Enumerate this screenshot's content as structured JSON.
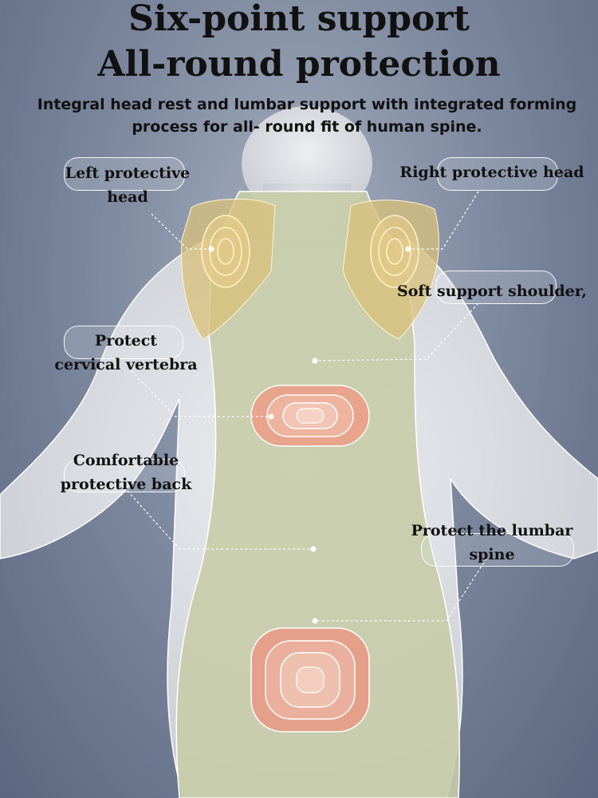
{
  "heading": {
    "line1": "Six-point support",
    "line2": "All-round protection"
  },
  "description": {
    "line1": "Integral head rest and lumbar support with integrated forming",
    "line2": "process for all- round fit of human spine."
  },
  "callouts": [
    {
      "line1": "Left protective",
      "line2": "head"
    },
    {
      "line1": "Right protective head"
    },
    {
      "line1": "Soft support shoulder,"
    },
    {
      "line1": "Protect",
      "line2": "cervical vertebra"
    },
    {
      "line1": "Comfortable",
      "line2": "protective back"
    },
    {
      "line1": "Protect the lumbar",
      "line2": "spine"
    }
  ],
  "colors": {
    "background": "#7f8aa0",
    "body": "#dfe1e5",
    "cushion": "#c6cca8",
    "shoulder_pad": "#d9c07a",
    "heat_pad": "#e8a48c"
  }
}
